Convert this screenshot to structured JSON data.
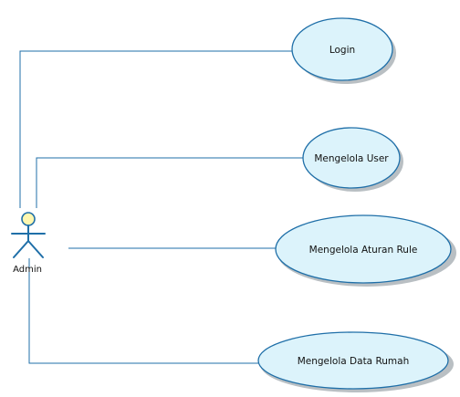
{
  "actor": {
    "name": "Admin",
    "icon": "stick-figure-icon"
  },
  "use_cases": [
    {
      "label": "Login"
    },
    {
      "label": "Mengelola User"
    },
    {
      "label": "Mengelola Aturan Rule"
    },
    {
      "label": "Mengelola Data Rumah"
    }
  ],
  "colors": {
    "use_case_fill": "#dcf3fb",
    "line": "#1f6fa8",
    "actor_head": "#fff7b0"
  }
}
